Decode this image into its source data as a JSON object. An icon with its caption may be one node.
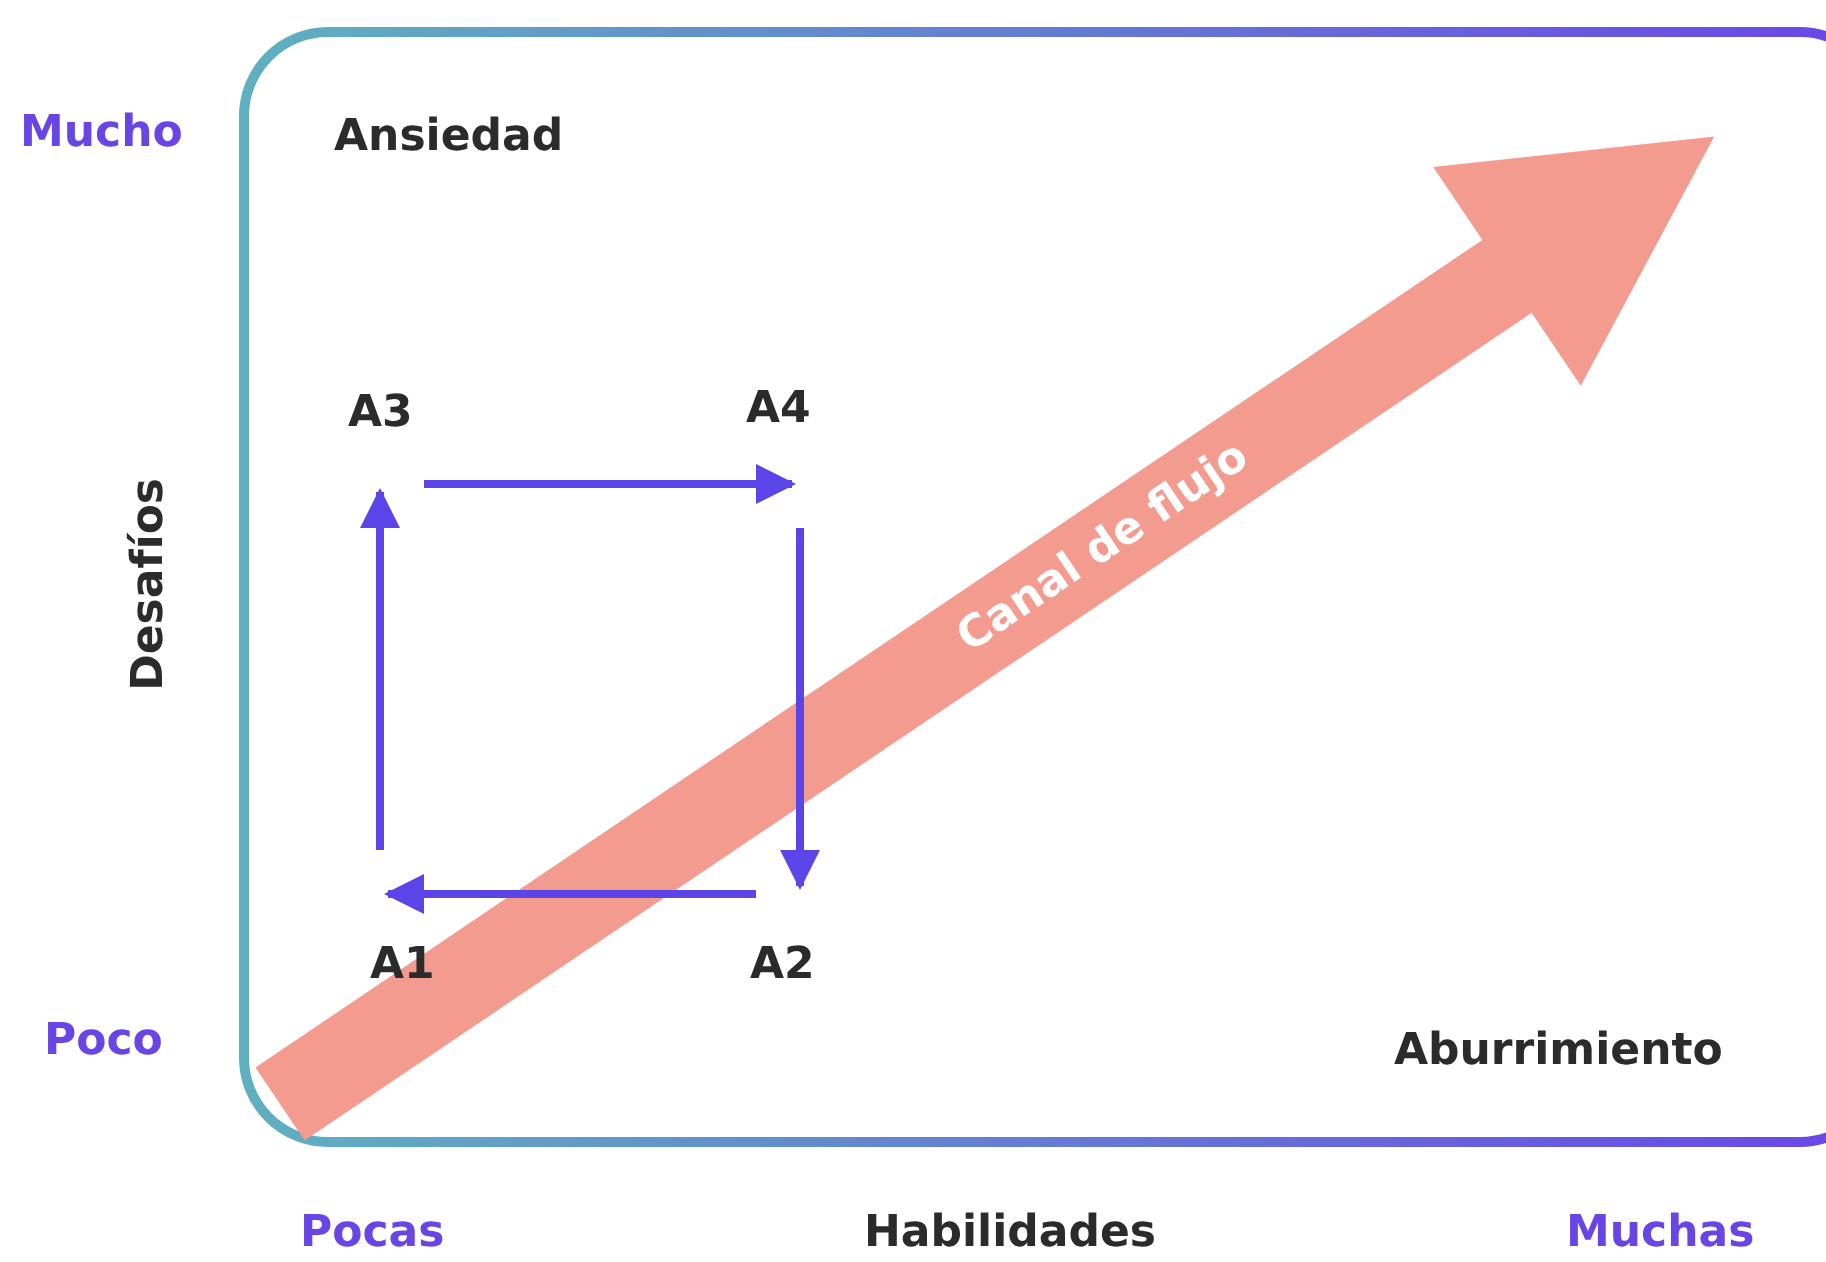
{
  "diagram": {
    "nodes": [
      {
        "text": [
          "A3"
        ]
      },
      {
        "text": [
          "A4"
        ]
      },
      {
        "text": [
          "A1"
        ]
      },
      {
        "text": [
          "A2"
        ]
      }
    ],
    "edges": [
      {
        "from": 2,
        "to": 0,
        "arrow": "to"
      },
      {
        "from": 0,
        "to": 1,
        "arrow": "to"
      },
      {
        "from": 1,
        "to": 3,
        "arrow": "to"
      },
      {
        "from": 3,
        "to": 2,
        "arrow": "to"
      }
    ],
    "labels": [
      "Mucho",
      "Ansiedad",
      "Desafíos",
      "Canal de flujo",
      "Poco",
      "Aburrimiento",
      "Pocas",
      "Habilidades",
      "Muchas"
    ]
  }
}
